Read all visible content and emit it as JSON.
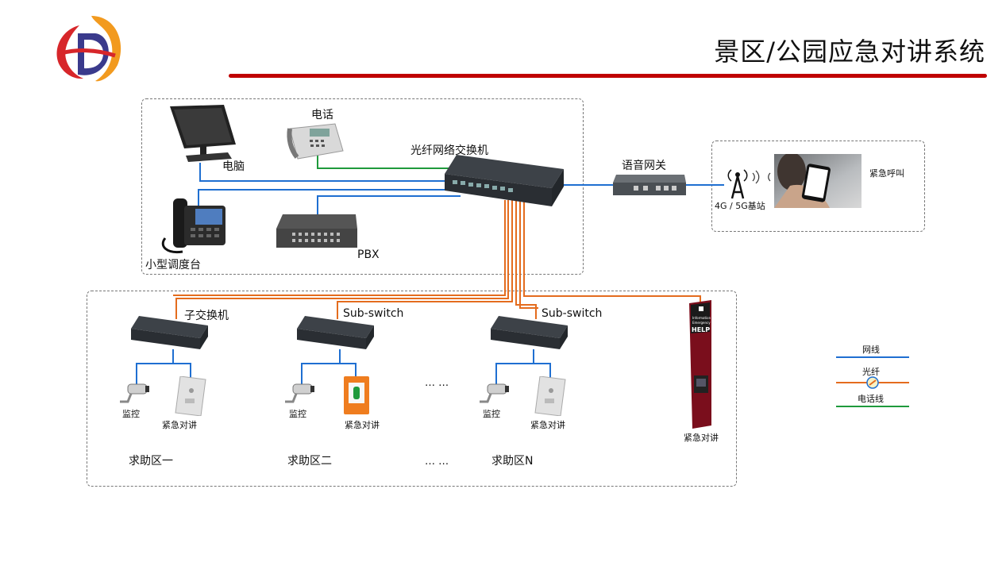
{
  "header": {
    "title": "景区/公园应急对讲系统"
  },
  "colors": {
    "network": "#1f6fd1",
    "fiber": "#e46c1e",
    "phone": "#1f9a3c",
    "accent": "#c00000"
  },
  "core": {
    "switch_label": "光纤网络交换机",
    "computer_label": "电脑",
    "phone_label": "电话",
    "console_label": "小型调度台",
    "pbx_label": "PBX"
  },
  "gateway": {
    "label": "语音网关"
  },
  "mobile": {
    "tower_label": "4G / 5G基站",
    "call_label": "紧急呼叫"
  },
  "zones": [
    {
      "switch_label": "子交换机",
      "camera_label": "监控",
      "intercom_label": "紧急对讲",
      "zone_label": "求助区一"
    },
    {
      "switch_label": "Sub-switch",
      "camera_label": "监控",
      "intercom_label": "紧急对讲",
      "zone_label": "求助区二"
    },
    {
      "switch_label": "Sub-switch",
      "camera_label": "监控",
      "intercom_label": "紧急对讲",
      "zone_label": "求助区N"
    }
  ],
  "ellipsis": "… …",
  "kiosk": {
    "label": "紧急对讲",
    "screen_lines": [
      "Information",
      "Emergency",
      "HELP"
    ]
  },
  "legend": {
    "network": "网线",
    "fiber": "光纤",
    "phone": "电话线"
  }
}
